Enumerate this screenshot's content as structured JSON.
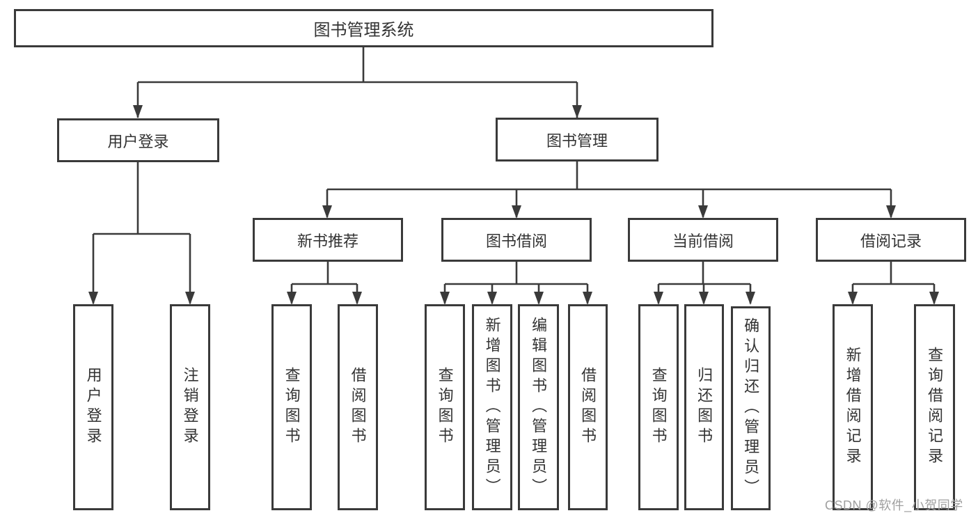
{
  "colors": {
    "line": "#3a3a3a",
    "text": "#333333",
    "background": "#ffffff",
    "watermark": "#a0a0a0"
  },
  "tree": {
    "root": {
      "label": "图书管理系统"
    },
    "branches": [
      {
        "label": "用户登录",
        "children": [
          {
            "label": "用户登录"
          },
          {
            "label": "注销登录"
          }
        ]
      },
      {
        "label": "图书管理",
        "children": [
          {
            "label": "新书推荐",
            "children": [
              {
                "label": "查询图书"
              },
              {
                "label": "借阅图书"
              }
            ]
          },
          {
            "label": "图书借阅",
            "children": [
              {
                "label": "查询图书"
              },
              {
                "label": "新增图书（管理员）"
              },
              {
                "label": "编辑图书（管理员）"
              },
              {
                "label": "借阅图书"
              }
            ]
          },
          {
            "label": "当前借阅",
            "children": [
              {
                "label": "查询图书"
              },
              {
                "label": "归还图书"
              },
              {
                "label": "确认归还（管理员）"
              }
            ]
          },
          {
            "label": "借阅记录",
            "children": [
              {
                "label": "新增借阅记录"
              },
              {
                "label": "查询借阅记录"
              }
            ]
          }
        ]
      }
    ]
  },
  "watermark": {
    "text": "CSDN @软件_小贺同学"
  }
}
